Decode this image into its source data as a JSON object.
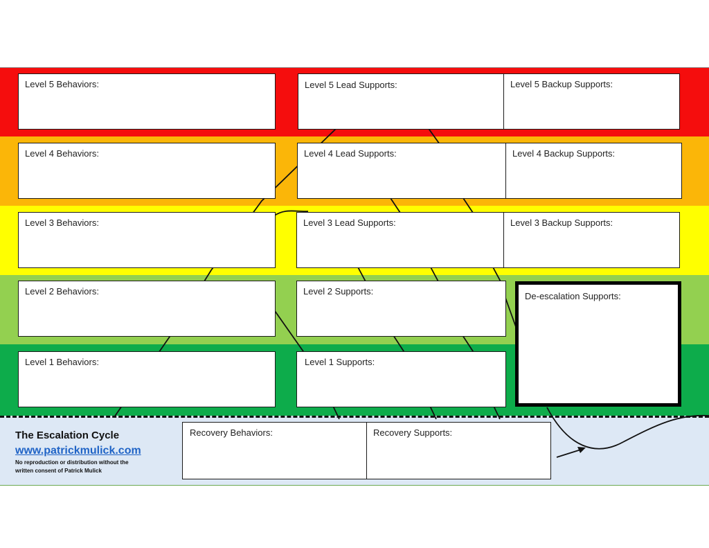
{
  "colors": {
    "level5": "#f50d0d",
    "level4": "#fbb608",
    "level3": "#ffff00",
    "level2": "#93d050",
    "level1": "#0dac4b",
    "recovery": "#dde8f5"
  },
  "level5": {
    "behaviors": "Level 5 Behaviors:",
    "lead": "Level 5 Lead Supports:",
    "backup": "Level 5 Backup Supports:"
  },
  "level4": {
    "behaviors": "Level 4 Behaviors:",
    "lead": "Level 4 Lead Supports:",
    "backup": "Level 4 Backup Supports:"
  },
  "level3": {
    "behaviors": "Level 3 Behaviors:",
    "lead": "Level 3 Lead Supports:",
    "backup": "Level 3 Backup Supports:"
  },
  "level2": {
    "behaviors": "Level 2 Behaviors:",
    "supports": "Level 2 Supports:"
  },
  "level1": {
    "behaviors": "Level 1 Behaviors:",
    "supports": "Level 1 Supports:"
  },
  "deescalation": "De-escalation Supports:",
  "recovery": {
    "behaviors": "Recovery Behaviors:",
    "supports": "Recovery Supports:"
  },
  "brand": {
    "title": "The Escalation Cycle",
    "link": "www.patrickmulick.com",
    "note": "No reproduction or distribution without the written consent of Patrick Mulick"
  }
}
